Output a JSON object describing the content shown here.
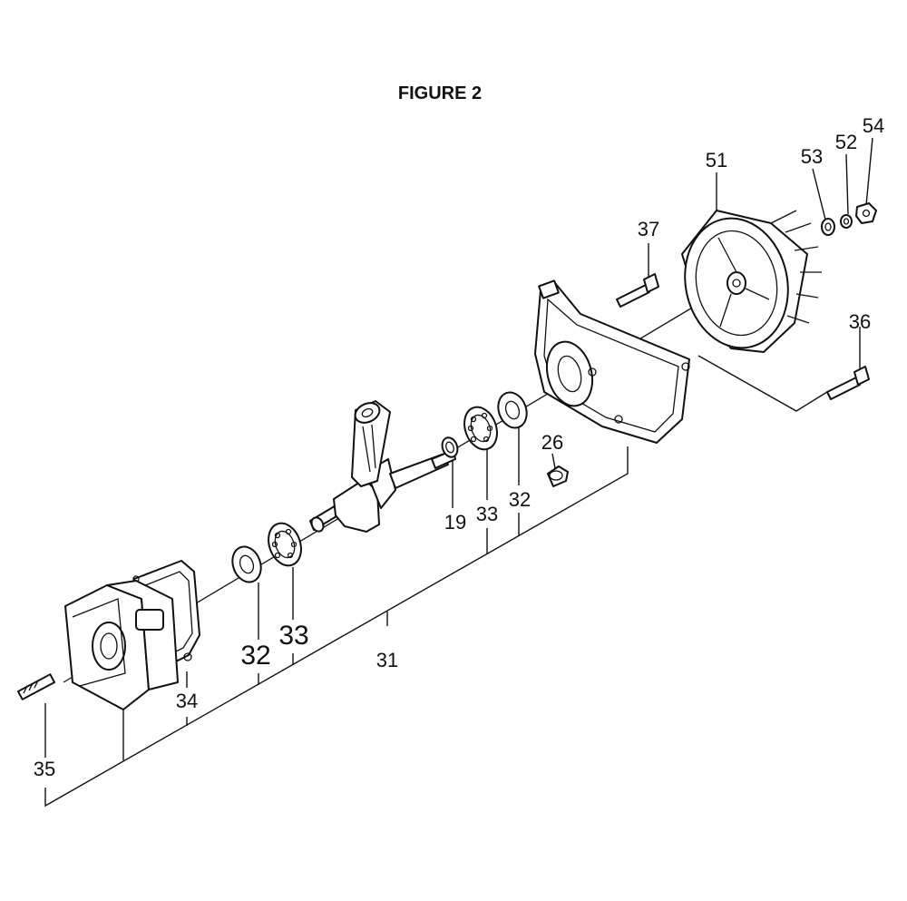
{
  "figure": {
    "title": "FIGURE 2"
  },
  "callouts": {
    "c19": "19",
    "c26": "26",
    "c31": "31",
    "c32_left": "32",
    "c32_right": "32",
    "c33_left": "33",
    "c33_right": "33",
    "c34": "34",
    "c35": "35",
    "c36": "36",
    "c37": "37",
    "c51": "51",
    "c52": "52",
    "c53": "53",
    "c54": "54"
  }
}
